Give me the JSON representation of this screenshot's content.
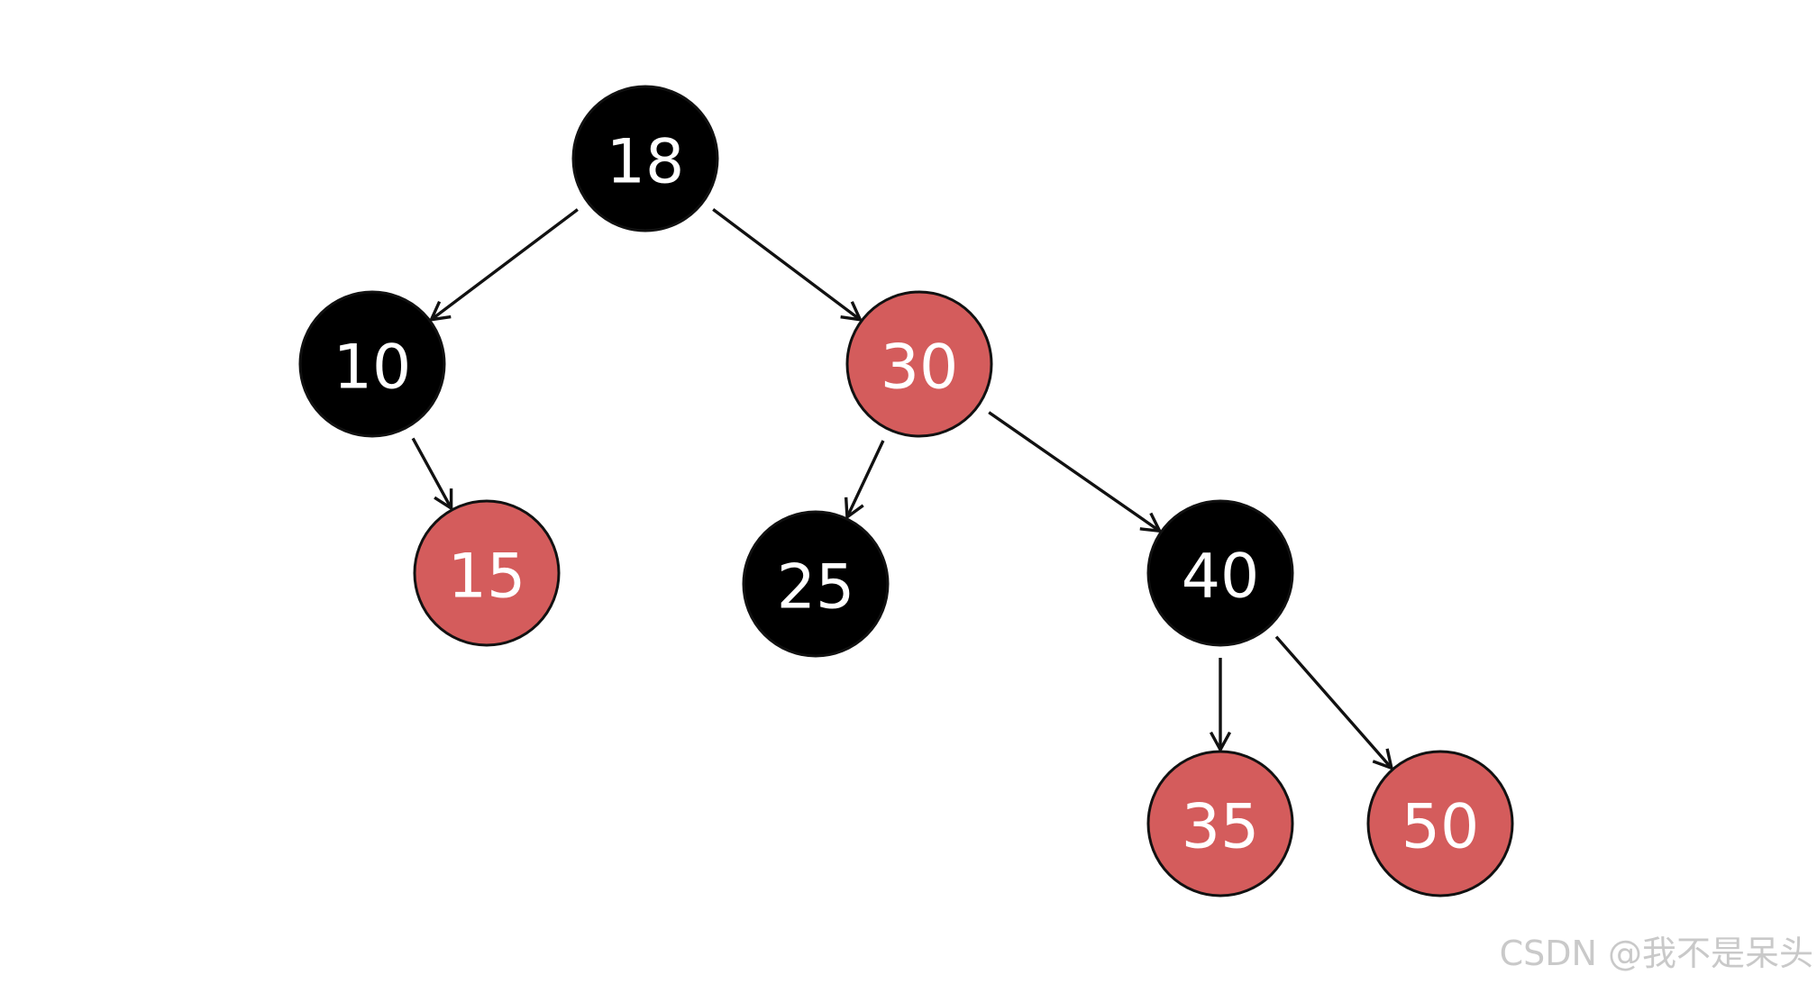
{
  "colors": {
    "black_node": "#000000",
    "red_node": "#d45c5c",
    "edge": "#111111",
    "label": "#ffffff"
  },
  "nodes": [
    {
      "id": "n18",
      "label": "18",
      "color": "black"
    },
    {
      "id": "n10",
      "label": "10",
      "color": "black"
    },
    {
      "id": "n30",
      "label": "30",
      "color": "red"
    },
    {
      "id": "n15",
      "label": "15",
      "color": "red"
    },
    {
      "id": "n25",
      "label": "25",
      "color": "black"
    },
    {
      "id": "n40",
      "label": "40",
      "color": "black"
    },
    {
      "id": "n35",
      "label": "35",
      "color": "red"
    },
    {
      "id": "n50",
      "label": "50",
      "color": "red"
    }
  ],
  "edges": [
    {
      "from": "n18",
      "to": "n10"
    },
    {
      "from": "n18",
      "to": "n30"
    },
    {
      "from": "n10",
      "to": "n15"
    },
    {
      "from": "n30",
      "to": "n25"
    },
    {
      "from": "n30",
      "to": "n40"
    },
    {
      "from": "n40",
      "to": "n35"
    },
    {
      "from": "n40",
      "to": "n50"
    }
  ],
  "watermark": "CSDN @我不是呆头"
}
